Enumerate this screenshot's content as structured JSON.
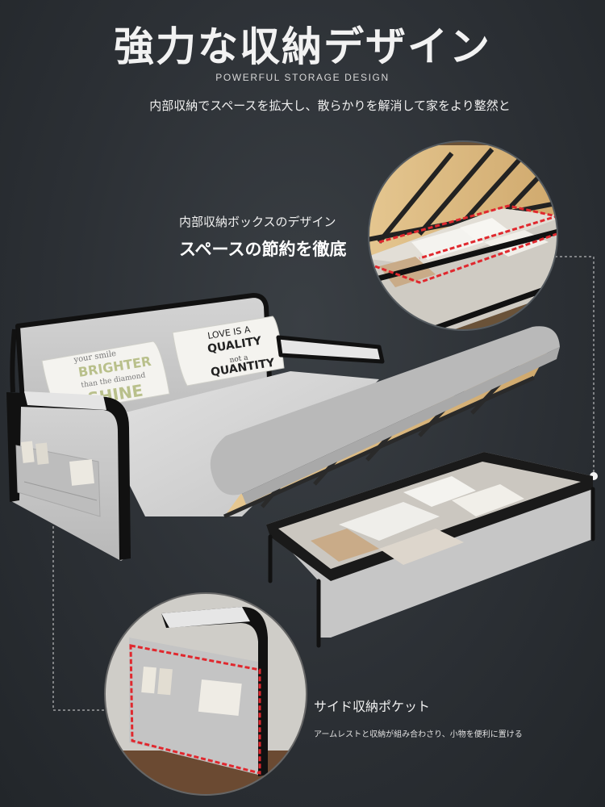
{
  "header": {
    "title": "強力な収納デザイン",
    "subtitle_en": "POWERFUL STORAGE DESIGN",
    "tagline": "内部収納でスペースを拡大し、散らかりを解消して家をより整然と"
  },
  "feature_box": {
    "title": "内部収納ボックスのデザイン",
    "headline": "スペースの節約を徹底"
  },
  "feature_pocket": {
    "title": "サイド収納ポケット",
    "description": "アームレストと収納が組み合わさり、小物を便利に置ける"
  },
  "pillows": {
    "left": {
      "line1": "your smile",
      "line2": "BRIGHTER",
      "line3": "than the diamond",
      "line4": "SHINE"
    },
    "right": {
      "line1": "LOVE IS A",
      "line2": "QUALITY",
      "line3": "not a",
      "line4": "QUANTITY"
    }
  },
  "colors": {
    "background": "#2c3035",
    "fabric": "#c9c9c9",
    "frame": "#111111",
    "slats": "#d9b884",
    "highlight_dashes": "#e0282e"
  }
}
